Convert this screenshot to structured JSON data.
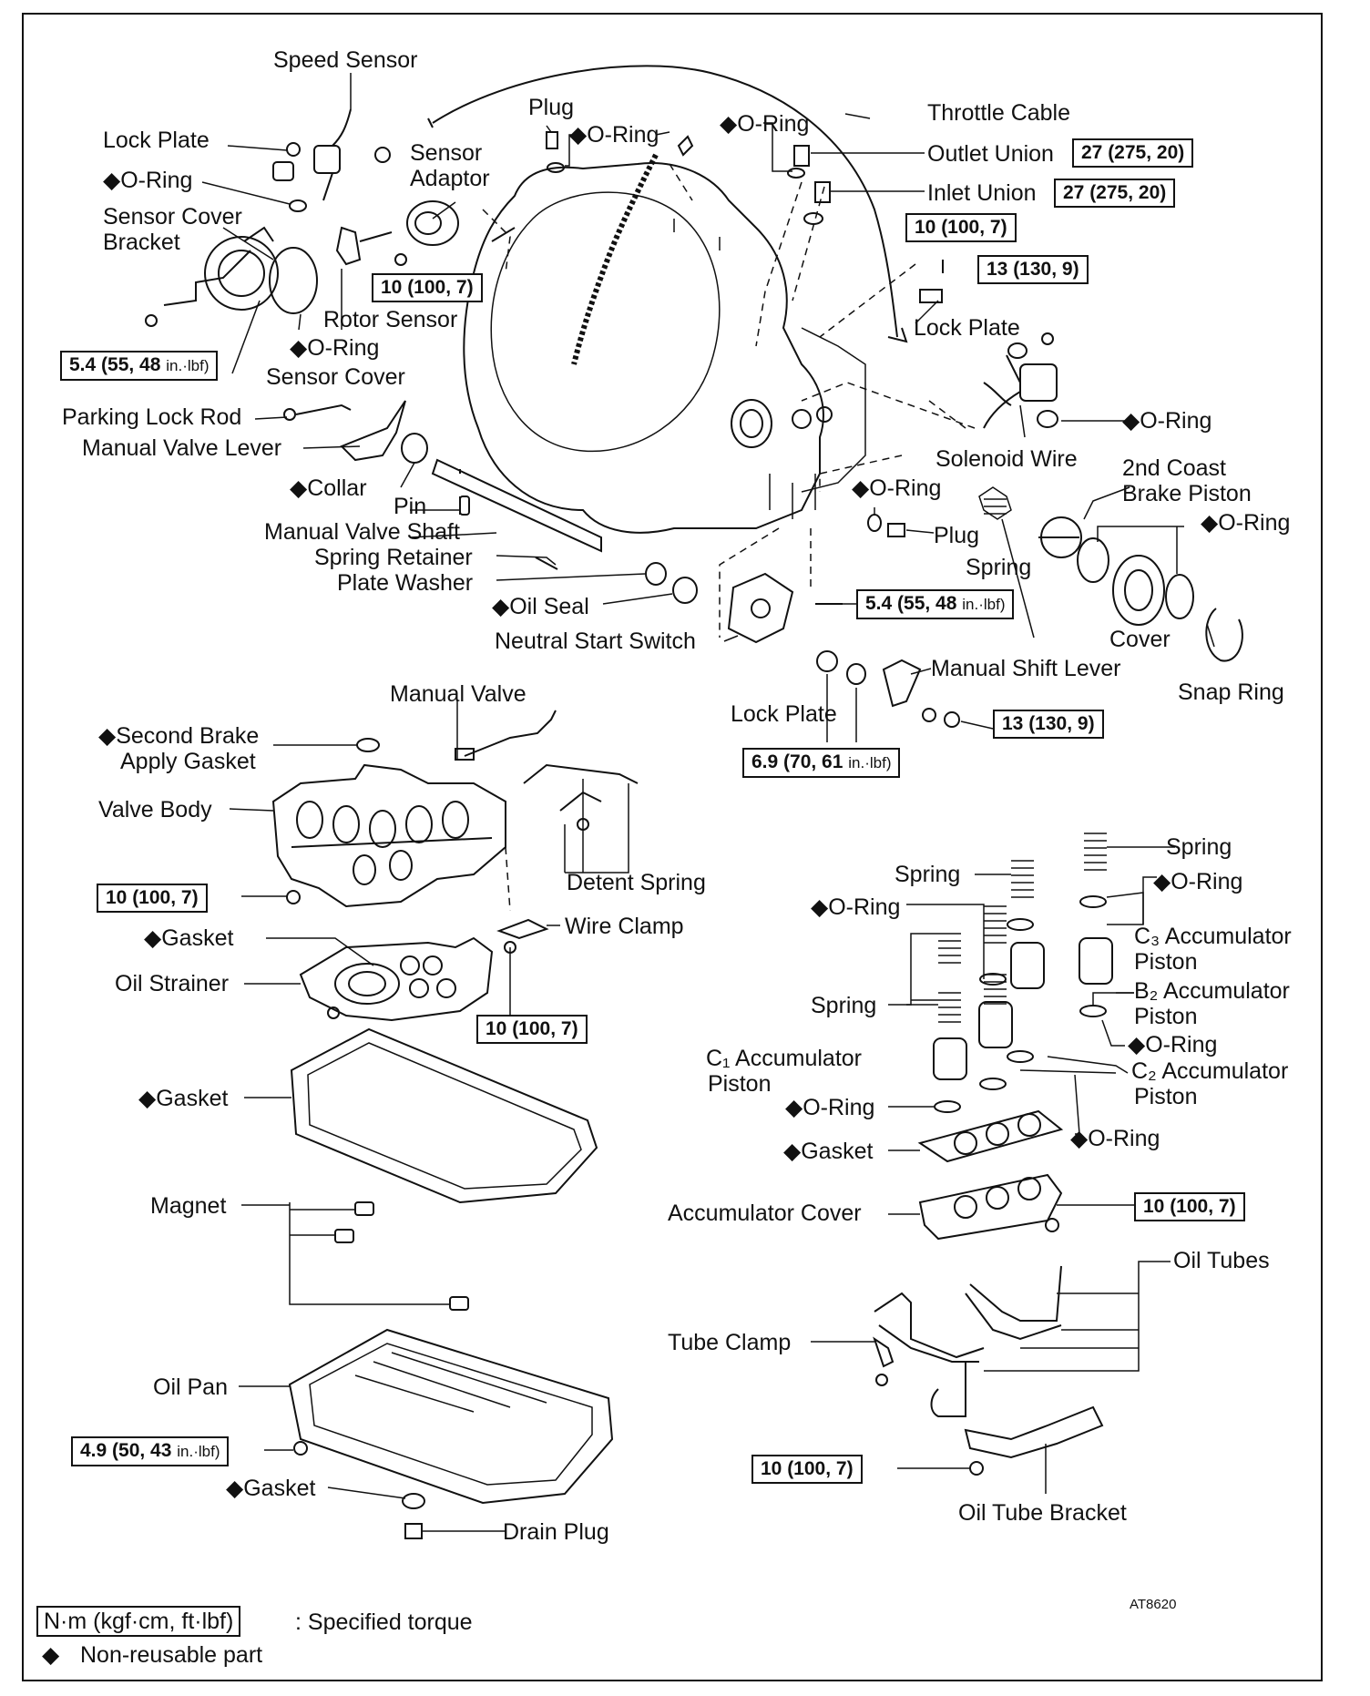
{
  "labels": {
    "speed_sensor": "Speed Sensor",
    "lock_plate_1": "Lock Plate",
    "o_ring_1": "◆O-Ring",
    "sensor_cover_bracket_1": "Sensor Cover",
    "sensor_cover_bracket_2": "Bracket",
    "sensor_adaptor_1": "Sensor",
    "sensor_adaptor_2": "Adaptor",
    "plug_1": "Plug",
    "o_ring_2": "◆O-Ring",
    "o_ring_3": "◆O-Ring",
    "throttle_cable": "Throttle Cable",
    "outlet_union": "Outlet Union",
    "inlet_union": "Inlet Union",
    "rotor_sensor": "Rotor Sensor",
    "o_ring_4": "◆O-Ring",
    "sensor_cover": "Sensor Cover",
    "lock_plate_2": "Lock Plate",
    "parking_lock_rod": "Parking Lock Rod",
    "manual_valve_lever": "Manual Valve Lever",
    "collar": "◆Collar",
    "pin": "Pin",
    "manual_valve_shaft": "Manual Valve Shaft",
    "spring_retainer": "Spring Retainer",
    "plate_washer": "Plate Washer",
    "oil_seal": "◆Oil Seal",
    "neutral_start_switch": "Neutral Start Switch",
    "o_ring_5": "◆O-Ring",
    "solenoid_wire": "Solenoid Wire",
    "second_coast_1": "2nd Coast",
    "second_coast_2": "Brake Piston",
    "o_ring_6": "◆O-Ring",
    "plug_2": "Plug",
    "o_ring_7": "◆O-Ring",
    "spring_1": "Spring",
    "cover": "Cover",
    "snap_ring": "Snap Ring",
    "manual_shift_lever": "Manual Shift Lever",
    "lock_plate_3": "Lock Plate",
    "manual_valve": "Manual Valve",
    "second_brake_1": "◆Second Brake",
    "second_brake_2": "Apply Gasket",
    "valve_body": "Valve Body",
    "detent_spring": "Detent Spring",
    "wire_clamp": "Wire Clamp",
    "gasket_1": "◆Gasket",
    "oil_strainer": "Oil Strainer",
    "gasket_2": "◆Gasket",
    "magnet": "Magnet",
    "oil_pan": "Oil Pan",
    "gasket_3": "◆Gasket",
    "drain_plug": "Drain Plug",
    "spring_2": "Spring",
    "spring_3": "Spring",
    "o_ring_8": "◆O-Ring",
    "o_ring_9": "◆O-Ring",
    "c3_acc_1": "C₃ Accumulator",
    "c3_acc_2": "Piston",
    "b2_acc_1": "B₂ Accumulator",
    "b2_acc_2": "Piston",
    "spring_4": "Spring",
    "o_ring_10": "◆O-Ring",
    "c1_acc_1": "C₁ Accumulator",
    "c1_acc_2": "Piston",
    "c2_acc_1": "C₂ Accumulator",
    "c2_acc_2": "Piston",
    "o_ring_11": "◆O-Ring",
    "o_ring_12": "◆O-Ring",
    "gasket_4": "◆Gasket",
    "accumulator_cover": "Accumulator Cover",
    "oil_tubes": "Oil Tubes",
    "tube_clamp": "Tube Clamp",
    "oil_tube_bracket": "Oil Tube Bracket"
  },
  "torques": {
    "t_outlet": "27 (275, 20)",
    "t_inlet": "27 (275, 20)",
    "t_lockplate_bolt": "10 (100, 7)",
    "t_solenoid": "13 (130, 9)",
    "t_rotor": "10 (100, 7)",
    "t_bracket_n": "5.4 (55, 48 ",
    "t_bracket_u": "in.·lbf)",
    "t_nss_n": "5.4 (55, 48 ",
    "t_nss_u": "in.·lbf)",
    "t_shift": "13 (130, 9)",
    "t_lock_n": "6.9 (70, 61 ",
    "t_lock_u": "in.·lbf)",
    "t_valvebody": "10 (100, 7)",
    "t_strainer": "10 (100, 7)",
    "t_acc_cover": "10 (100, 7)",
    "t_pan_n": "4.9 (50, 43 ",
    "t_pan_u": "in.·lbf)",
    "t_tube_bracket": "10 (100, 7)"
  },
  "code": "AT8620",
  "legend": {
    "box": "N·m (kgf·cm, ft·lbf)",
    "box_desc": ":  Specified torque",
    "diamond": "◆",
    "diamond_desc": "Non-reusable part"
  }
}
